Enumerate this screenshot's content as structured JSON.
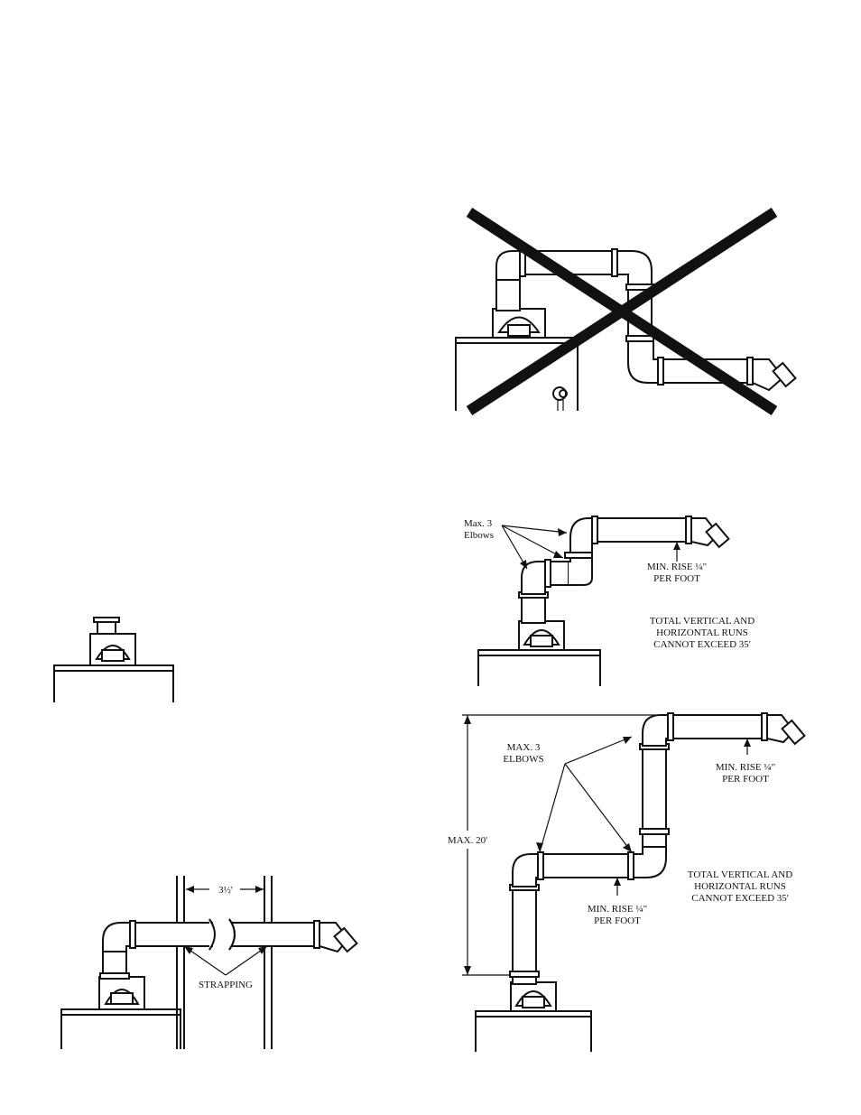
{
  "figures": {
    "elbows_diagram": {
      "callout_line1": "Max. 3",
      "callout_line2": "Elbows",
      "rise_line1": "MIN. RISE ¼\"",
      "rise_line2": "PER FOOT",
      "note_line1": "TOTAL VERTICAL AND",
      "note_line2": "HORIZONTAL RUNS",
      "note_line3": "CANNOT EXCEED 35'"
    },
    "vertical_diagram": {
      "height_label": "MAX. 20'",
      "callout_line1": "MAX. 3",
      "callout_line2": "ELBOWS",
      "rise_line1": "MIN. RISE ¼\"",
      "rise_line2": "PER FOOT",
      "note_line1": "TOTAL VERTICAL AND",
      "note_line2": "HORIZONTAL RUNS",
      "note_line3": "CANNOT EXCEED 35'"
    },
    "strapping_diagram": {
      "spacing_label": "3½'",
      "strapping_label": "STRAPPING"
    }
  },
  "colors": {
    "ink": "#111111",
    "paper": "#ffffff"
  }
}
